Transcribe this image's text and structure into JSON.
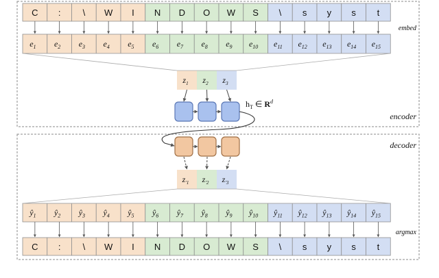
{
  "colors": {
    "orange": "#f8e1ca",
    "green": "#d8ebd2",
    "blue": "#d3def3",
    "orange_box": "#f2c7a1",
    "blue_box": "#a9c1ee",
    "cell_border": "#8f8f8f",
    "arrow": "#555555"
  },
  "input_chars": [
    "C",
    ":",
    "\\",
    "W",
    "I",
    "N",
    "D",
    "O",
    "W",
    "S",
    "\\",
    "s",
    "y",
    "s",
    "t"
  ],
  "output_chars": [
    "C",
    ":",
    "\\",
    "W",
    "I",
    "N",
    "D",
    "O",
    "W",
    "S",
    "\\",
    "s",
    "y",
    "s",
    "t"
  ],
  "groups": [
    "orange",
    "orange",
    "orange",
    "orange",
    "orange",
    "green",
    "green",
    "green",
    "green",
    "green",
    "blue",
    "blue",
    "blue",
    "blue",
    "blue"
  ],
  "embeddings": [
    {
      "b": "e",
      "s": "1"
    },
    {
      "b": "e",
      "s": "2"
    },
    {
      "b": "e",
      "s": "3"
    },
    {
      "b": "e",
      "s": "4"
    },
    {
      "b": "e",
      "s": "5"
    },
    {
      "b": "e",
      "s": "6"
    },
    {
      "b": "e",
      "s": "7"
    },
    {
      "b": "e",
      "s": "8"
    },
    {
      "b": "e",
      "s": "9"
    },
    {
      "b": "e",
      "s": "10"
    },
    {
      "b": "e",
      "s": "11"
    },
    {
      "b": "e",
      "s": "12"
    },
    {
      "b": "e",
      "s": "13"
    },
    {
      "b": "e",
      "s": "14"
    },
    {
      "b": "e",
      "s": "15"
    }
  ],
  "predictions": [
    {
      "b": "ŷ",
      "s": "1"
    },
    {
      "b": "ŷ",
      "s": "2"
    },
    {
      "b": "ŷ",
      "s": "3"
    },
    {
      "b": "ŷ",
      "s": "4"
    },
    {
      "b": "ŷ",
      "s": "5"
    },
    {
      "b": "ŷ",
      "s": "6"
    },
    {
      "b": "ŷ",
      "s": "7"
    },
    {
      "b": "ŷ",
      "s": "8"
    },
    {
      "b": "ŷ",
      "s": "9"
    },
    {
      "b": "ŷ",
      "s": "10"
    },
    {
      "b": "ŷ",
      "s": "11"
    },
    {
      "b": "ŷ",
      "s": "12"
    },
    {
      "b": "ŷ",
      "s": "13"
    },
    {
      "b": "ŷ",
      "s": "14"
    },
    {
      "b": "ŷ",
      "s": "15"
    }
  ],
  "latents": [
    {
      "b": "z",
      "s": "1"
    },
    {
      "b": "z",
      "s": "2"
    },
    {
      "b": "z",
      "s": "3"
    }
  ],
  "decoded_latents": [
    {
      "b": "z",
      "s": "′1"
    },
    {
      "b": "z",
      "s": "′2"
    },
    {
      "b": "z",
      "s": "′3"
    }
  ],
  "hidden_label": {
    "main": "h",
    "sub": "T",
    "rel": " ∈ ",
    "set": "R",
    "sup": "d"
  },
  "labels": {
    "embed": "embed",
    "encoder": "encoder",
    "decoder": "decoder",
    "argmax": "argmax"
  }
}
